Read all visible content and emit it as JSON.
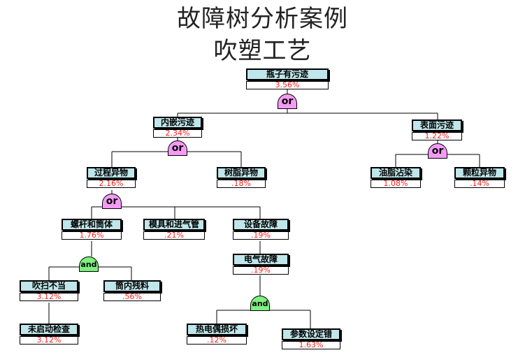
{
  "title": {
    "line1": "故障树分析案例",
    "line2": "吹塑工艺"
  },
  "nodes": {
    "top": {
      "label": "瓶子有污迹",
      "value": "3.56%"
    },
    "inner": {
      "label": "内嵌污迹",
      "value": "2.34%"
    },
    "surface": {
      "label": "表面污迹",
      "value": "1.22%"
    },
    "process": {
      "label": "过程异物",
      "value": "2.16%"
    },
    "resin": {
      "label": "树脂异物",
      "value": ".18%"
    },
    "oil": {
      "label": "油脂沾染",
      "value": "1.08%"
    },
    "particle": {
      "label": "颗粒异物",
      "value": ".14%"
    },
    "screw": {
      "label": "螺杆和筒体",
      "value": "1.76%"
    },
    "mold": {
      "label": "模具和进气管",
      "value": ".21%"
    },
    "equip": {
      "label": "设备故障",
      "value": ".19%"
    },
    "electric": {
      "label": "电气故障",
      "value": ".19%"
    },
    "purge": {
      "label": "吹扫不当",
      "value": "3.12%"
    },
    "residue": {
      "label": "筒内残料",
      "value": ".56%"
    },
    "nostart": {
      "label": "未启动检查",
      "value": "3.12%"
    },
    "thermo": {
      "label": "热电偶损坏",
      "value": ".12%"
    },
    "param": {
      "label": "参数设定错",
      "value": "1.63%"
    }
  },
  "gates": {
    "g_top": "or",
    "g_inner": "or",
    "g_surface": "or",
    "g_process": "or",
    "g_screw": "and",
    "g_elec": "and"
  },
  "colors": {
    "node_fill": "#bfe6ea",
    "value_text": "#ff2020",
    "or_gate": "#f59af5",
    "and_gate": "#7ef07e"
  }
}
